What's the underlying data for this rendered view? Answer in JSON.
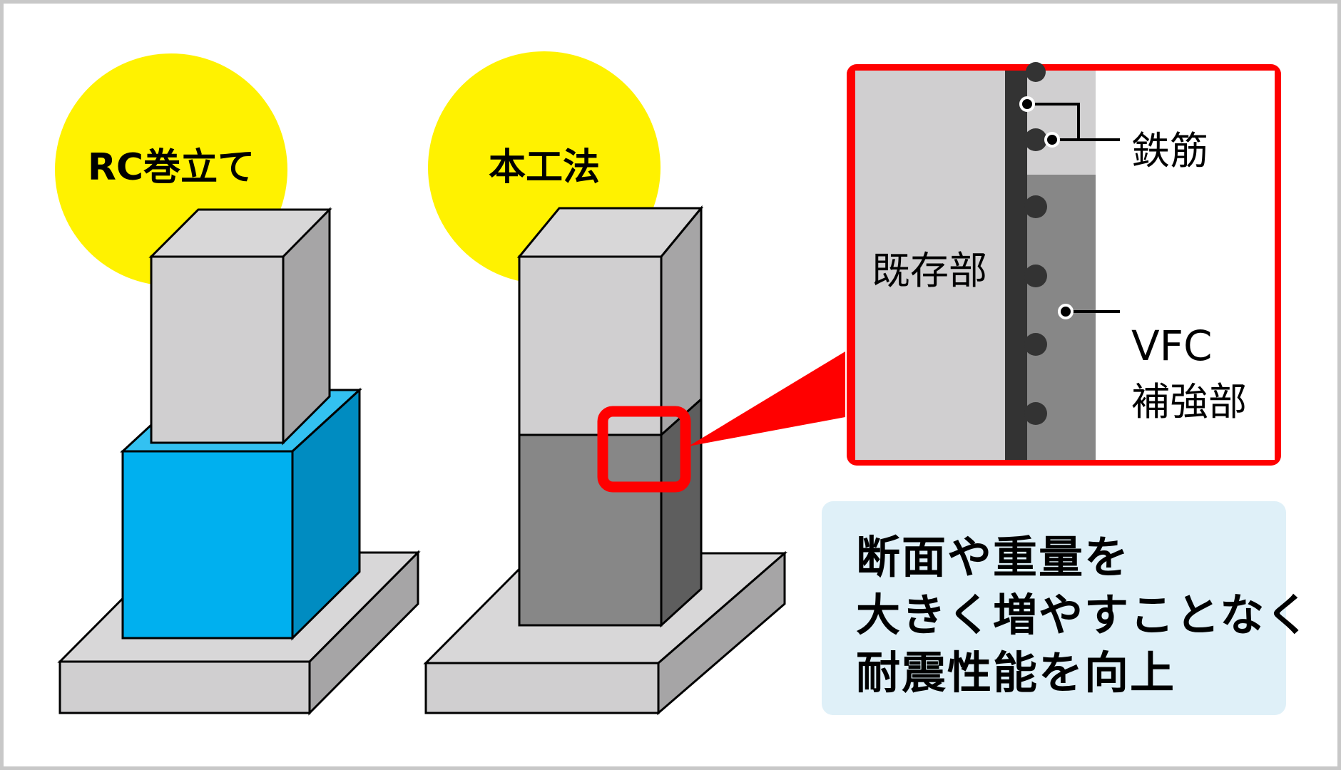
{
  "colors": {
    "yellow": "#fff200",
    "red": "#ff0000",
    "concrete_front": "#d0cfd0",
    "concrete_top": "#d8d7d8",
    "concrete_side": "#a6a5a6",
    "rc_front": "#00b0ef",
    "rc_top": "#33c1f1",
    "rc_side": "#008cc1",
    "vfc_front": "#878787",
    "vfc_side": "#5e5e5e",
    "rebar": "#333333",
    "summary_bg": "#dff0f8",
    "border": "#c8c8c8"
  },
  "left_method": {
    "label": "RC巻立て"
  },
  "right_method": {
    "label": "本工法"
  },
  "callout": {
    "existing_label": "既存部",
    "rebar_label": "鉄筋",
    "vfc_label_line1": "VFC",
    "vfc_label_line2": "補強部"
  },
  "summary": {
    "lines": [
      "断面や重量を",
      "大きく増やすことなく",
      "耐震性能を向上"
    ]
  }
}
